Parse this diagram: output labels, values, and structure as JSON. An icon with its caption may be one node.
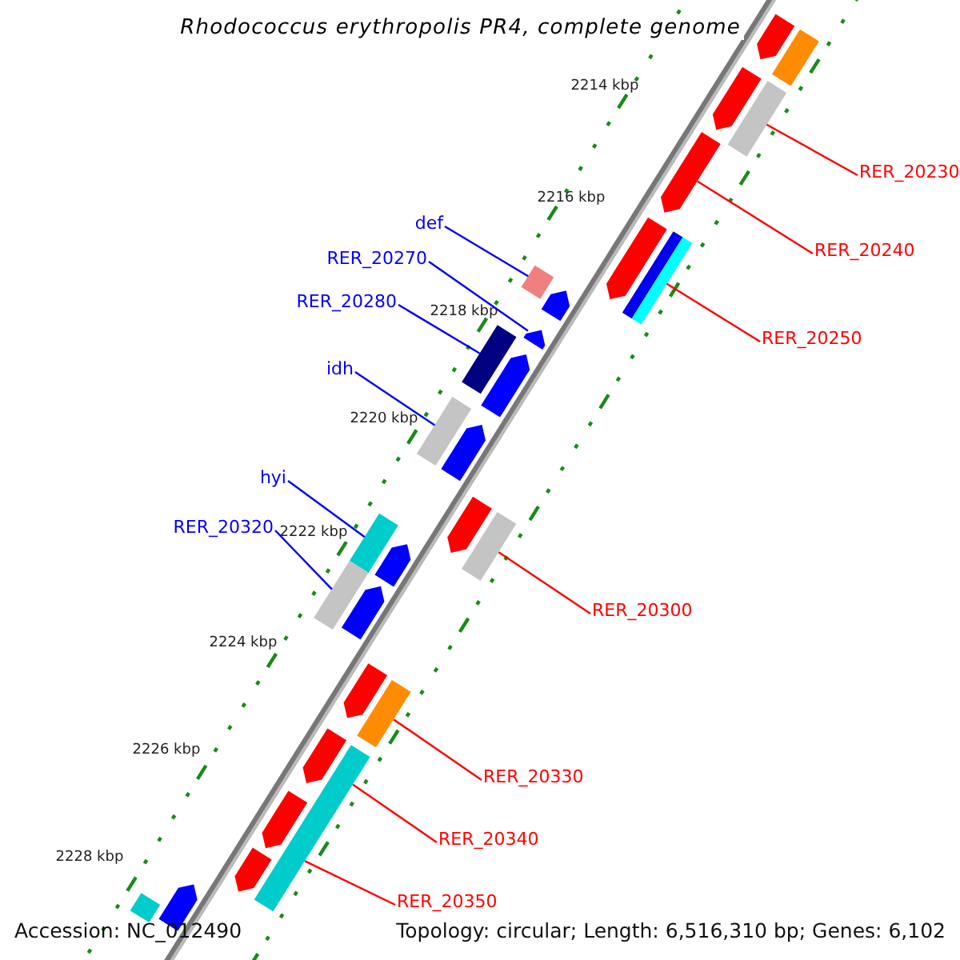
{
  "diagram": {
    "title": "Rhodococcus erythropolis PR4, complete genome",
    "nodes": [
      {
        "text": [
          "RER_20230"
        ]
      },
      {
        "text": [
          "def"
        ]
      },
      {
        "text": [
          "RER_20240"
        ]
      },
      {
        "text": [
          "RER_20270"
        ]
      },
      {
        "text": [
          "RER_20280"
        ]
      },
      {
        "text": [
          "RER_20250"
        ]
      },
      {
        "text": [
          "idh"
        ]
      },
      {
        "text": [
          "hyi"
        ]
      },
      {
        "text": [
          "RER_20320"
        ]
      },
      {
        "text": [
          "RER_20300"
        ]
      },
      {
        "text": [
          "RER_20330"
        ]
      },
      {
        "text": [
          "RER_20340"
        ]
      },
      {
        "text": [
          "RER_20350"
        ]
      },
      {
        "text": [],
        "shape": "pentagon"
      },
      {
        "text": [],
        "shape": "box"
      },
      {
        "text": [],
        "shape": "box"
      },
      {
        "text": [],
        "shape": "pentagon"
      },
      {
        "text": [],
        "shape": "pentagon"
      },
      {
        "text": [],
        "shape": "box"
      },
      {
        "text": [],
        "shape": "pentagon"
      },
      {
        "text": [],
        "shape": "box"
      },
      {
        "text": [],
        "shape": "pentagon"
      },
      {
        "text": [],
        "shape": "pentagon"
      },
      {
        "text": [],
        "shape": "box"
      },
      {
        "text": [],
        "shape": "pentagon"
      },
      {
        "text": [],
        "shape": "box"
      },
      {
        "text": [],
        "shape": "pentagon"
      },
      {
        "text": [],
        "shape": "pentagon"
      },
      {
        "text": [],
        "shape": "box"
      },
      {
        "text": [],
        "shape": "box"
      },
      {
        "text": [],
        "shape": "pentagon"
      },
      {
        "text": [],
        "shape": "box"
      },
      {
        "text": [],
        "shape": "pentagon"
      },
      {
        "text": [],
        "shape": "pentagon"
      },
      {
        "text": [],
        "shape": "box"
      },
      {
        "text": [],
        "shape": "pentagon"
      },
      {
        "text": [],
        "shape": "box"
      },
      {
        "text": [],
        "shape": "box"
      },
      {
        "text": [],
        "shape": "pentagon"
      },
      {
        "text": [],
        "shape": "pentagon"
      },
      {
        "text": [],
        "shape": "pentagon"
      },
      {
        "text": [],
        "shape": "box"
      }
    ],
    "edges": [
      {
        "from": 0,
        "to": 15,
        "arrow": "none"
      },
      {
        "from": 1,
        "to": 20,
        "arrow": "none",
        "color": "#0000ff"
      },
      {
        "from": 2,
        "to": 17,
        "arrow": "none"
      },
      {
        "from": 3,
        "to": 22,
        "arrow": "none",
        "color": "#0000ff"
      },
      {
        "from": 4,
        "to": 23,
        "arrow": "none",
        "color": "#0000ff"
      },
      {
        "from": 5,
        "to": 18,
        "arrow": "none"
      },
      {
        "from": 6,
        "to": 25,
        "arrow": "none",
        "color": "#0000ff"
      },
      {
        "from": 7,
        "to": 29,
        "arrow": "none",
        "color": "#0000ff"
      },
      {
        "from": 8,
        "to": 31,
        "arrow": "none",
        "color": "#0000ff"
      },
      {
        "from": 9,
        "to": 28,
        "arrow": "none"
      },
      {
        "from": 10,
        "to": 34,
        "arrow": "none"
      },
      {
        "from": 11,
        "to": 36,
        "arrow": "none"
      },
      {
        "from": 12,
        "to": 37,
        "arrow": "none"
      }
    ],
    "labels": [
      "2214 kbp",
      "2216 kbp",
      "2218 kbp",
      "2220 kbp",
      "2222 kbp",
      "2224 kbp",
      "2226 kbp",
      "2228 kbp",
      "Accession: NC_012490",
      "Topology: circular; Length: 6,516,310 bp; Genes: 6,102"
    ]
  }
}
